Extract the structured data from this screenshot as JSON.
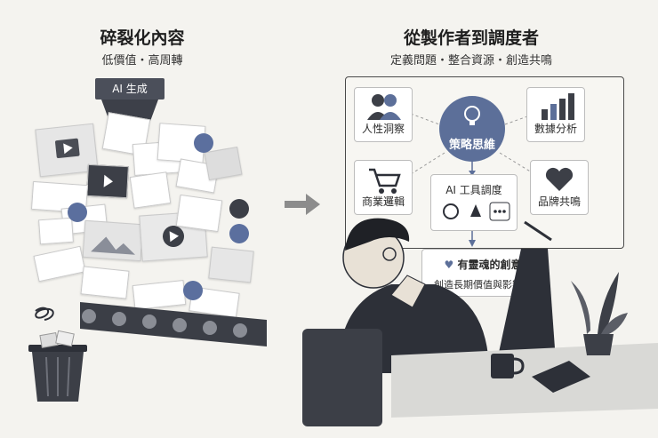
{
  "left": {
    "title": "碎裂化內容",
    "subtitle": "低價值・高周轉",
    "hopper_label": "AI 生成"
  },
  "right": {
    "title": "從製作者到調度者",
    "subtitle": "定義問題・整合資源・創造共鳴",
    "hub_label": "策略思維",
    "nodes": {
      "insight": "人性洞察",
      "data": "數據分析",
      "business": "商業邏輯",
      "brand": "品牌共鳴"
    },
    "ai_box_label": "AI 工具調度",
    "outcome_title": "有靈魂的創意",
    "outcome_sub": "創造長期價值與影響力"
  },
  "colors": {
    "accent": "#5c6f99",
    "dark": "#2d3038",
    "background": "#f4f3ef"
  },
  "icons": [
    "people-icon",
    "bar-chart-icon",
    "cart-icon",
    "heart-icon",
    "lightbulb-icon",
    "openai-icon",
    "sailboat-icon",
    "ellipsis-icon",
    "play-icon",
    "thumbs-up-icon",
    "chat-icon",
    "image-icon",
    "trash-can-icon",
    "spring-icon"
  ]
}
